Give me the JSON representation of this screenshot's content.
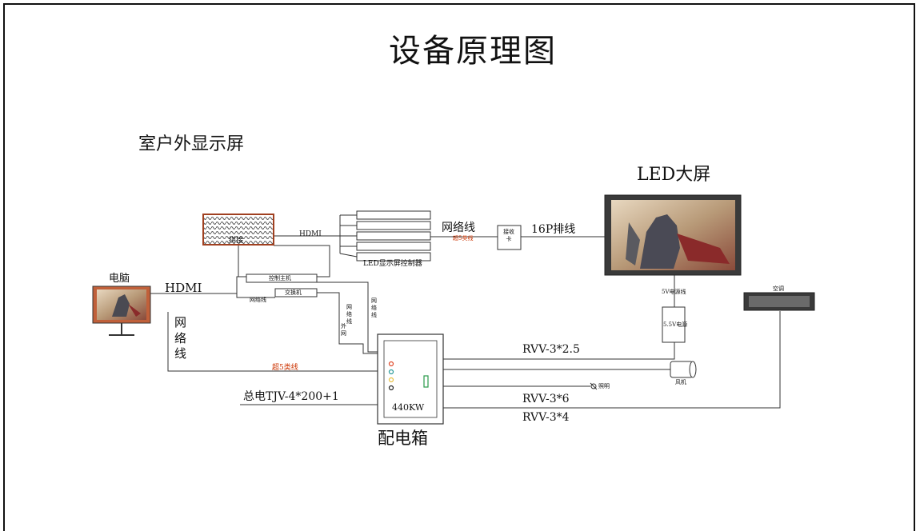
{
  "title": "设备原理图",
  "subtitle": "室户外显示屏",
  "led": {
    "title": "LED大屏",
    "label_16p": "16P排线",
    "label_5v_cable": "5V电源线",
    "label_5v_psu": "5.5V电源"
  },
  "pc": {
    "label": "电脑",
    "hdmi_label": "HDMI",
    "network_label": "网\n络\n线",
    "cat5_label": "超5类线"
  },
  "splitter": {
    "label": "拼接",
    "hdmi_label": "HDMI"
  },
  "controller": {
    "label": "LED显示屏控制器",
    "network_label": "网络线",
    "cat5_label": "超5类线"
  },
  "receiver_card": {
    "label": "接收卡"
  },
  "control_host": {
    "label": "控制主机"
  },
  "switch": {
    "label": "交换机",
    "network_label": "网络线",
    "outer_net_label": "外\n网",
    "network_vertical": "网\n络\n线",
    "network_vertical2": "网\n络\n线"
  },
  "distribution_box": {
    "label": "配电箱",
    "power_rating": "440KW",
    "main_power": "总电TJV-4*200+1",
    "cable_1": "RVV-3*2.5",
    "cable_2": "RVV-3*6",
    "cable_3": "RVV-3*4",
    "lighting_label": "照明",
    "lamp_colors": [
      "#e04a2a",
      "#2a9a9a",
      "#e8c040",
      "#222222"
    ],
    "switch_color": "#2a9a4a"
  },
  "fan": {
    "label": "风机"
  },
  "ac": {
    "label": "空调"
  },
  "colors": {
    "line": "#333333",
    "accent_label": "#cc3300",
    "screen_frame": "#333333"
  }
}
